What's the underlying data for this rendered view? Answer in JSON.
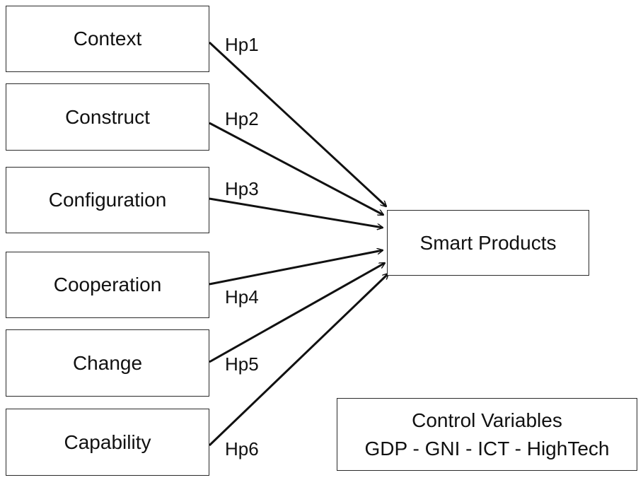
{
  "factors": [
    {
      "label": "Context",
      "hypothesis": "Hp1"
    },
    {
      "label": "Construct",
      "hypothesis": "Hp2"
    },
    {
      "label": "Configuration",
      "hypothesis": "Hp3"
    },
    {
      "label": "Cooperation",
      "hypothesis": "Hp4"
    },
    {
      "label": "Change",
      "hypothesis": "Hp5"
    },
    {
      "label": "Capability",
      "hypothesis": "Hp6"
    }
  ],
  "outcome": {
    "label": "Smart Products"
  },
  "controls": {
    "title": "Control Variables",
    "items": "GDP - GNI - ICT - HighTech"
  }
}
